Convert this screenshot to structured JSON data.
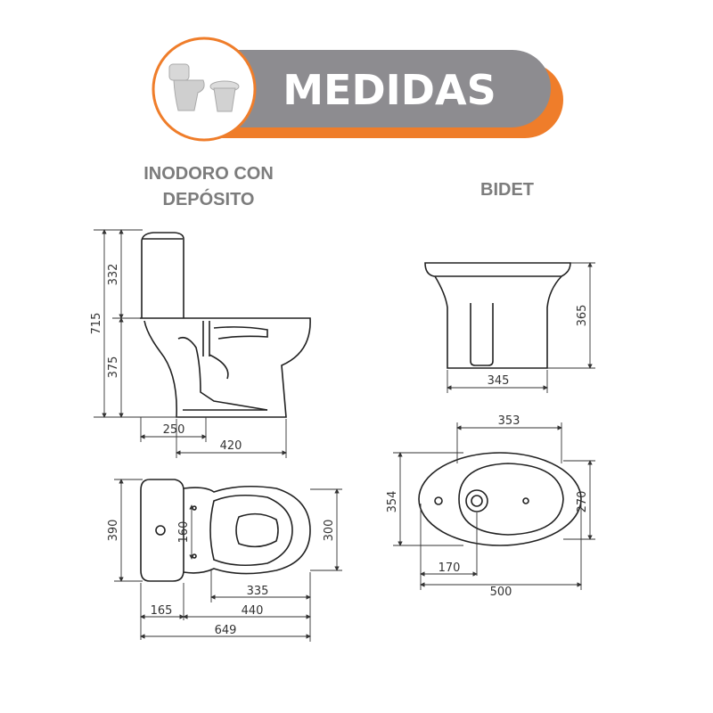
{
  "header": {
    "title": "MEDIDAS",
    "accent": "#ef7d2a",
    "bar_color": "#8d8c90"
  },
  "sections": {
    "toilet": {
      "title_line1": "INODORO CON",
      "title_line2": "DEPÓSITO",
      "side_view": {
        "total_height": "715",
        "tank_height": "332",
        "bowl_height": "375",
        "tank_depth": "250",
        "bowl_base": "420"
      },
      "top_view": {
        "tank_width": "390",
        "holes_spacing": "160",
        "bowl_width": "300",
        "bowl_opening": "335",
        "tank_length": "165",
        "bowl_length": "440",
        "total_length": "649"
      }
    },
    "bidet": {
      "title": "BIDET",
      "side_view": {
        "height": "365",
        "base": "345"
      },
      "top_view": {
        "bowl_length": "353",
        "total_width": "354",
        "bowl_width": "270",
        "drain_offset": "170",
        "total_length": "500"
      }
    }
  }
}
